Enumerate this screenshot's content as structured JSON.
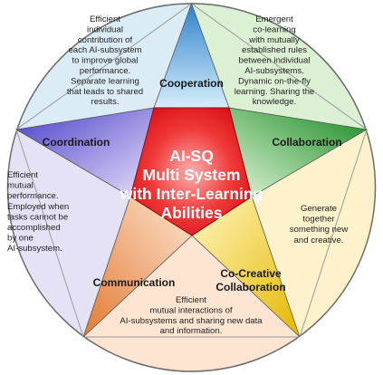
{
  "center": {
    "lines": [
      "AI-SQ",
      "Multi System",
      "with Inter-Learning",
      "Abilities"
    ],
    "color": "#e8141b"
  },
  "points": [
    {
      "key": "cooperation",
      "label": "Cooperation",
      "color": "#5aa0d8",
      "lines": [
        "Emergent",
        "co-learning",
        "with mutually",
        "established rules",
        "between individual",
        "AI-subsystems.",
        "Dynamic on-the-fly",
        "learning. Sharing the",
        "knowledge."
      ]
    },
    {
      "key": "collaboration",
      "label": "Collaboration",
      "color": "#3fa43a",
      "lines": [
        "Generate",
        "together",
        "something new",
        "and creative."
      ]
    },
    {
      "key": "co-creative-collaboration",
      "label": "Co-Creative\nCollaboration",
      "color": "#f2cc00",
      "lines": [
        "Efficient",
        "mutual interactions of",
        "AI-subsystems and sharing new data",
        "and information."
      ]
    },
    {
      "key": "communication",
      "label": "Communication",
      "color": "#f09a55",
      "lines": [
        "Efficient",
        "mutual",
        "performance.",
        "Employed when",
        "tasks cannot be",
        "accomplished",
        "by one",
        "AI-subsystem."
      ]
    },
    {
      "key": "coordination",
      "label": "Coordination",
      "color": "#6e5fd6",
      "lines": [
        "Efficient",
        "individual",
        "contribution of",
        "each AI-subsystem",
        "to improve global",
        "performance.",
        "Separate learning",
        "that leads to shared",
        "results."
      ]
    }
  ],
  "sector_colors": {
    "top_left": "#d8ecf8",
    "top_right": "#d6eed0",
    "right": "#fdf0c4",
    "bottom": "#fde3cc",
    "left": "#e4def6"
  }
}
